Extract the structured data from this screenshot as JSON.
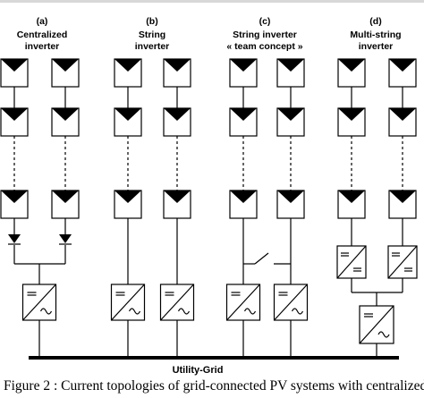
{
  "page_header_fragment": "",
  "columns": [
    {
      "letter": "(a)",
      "line1": "Centralized",
      "line2": "inverter"
    },
    {
      "letter": "(b)",
      "line1": "String",
      "line2": "inverter"
    },
    {
      "letter": "(c)",
      "line1": "String inverter",
      "line2": "« team concept »"
    },
    {
      "letter": "(d)",
      "line1": "Multi-string",
      "line2": "inverter"
    }
  ],
  "grid_label": "Utility-Grid",
  "caption": "Figure 2 : Current topologies of grid-connected PV systems with centralized",
  "icons": [
    "pv-module-icon",
    "diode-icon",
    "dc-ac-inverter-icon",
    "dc-dc-converter-icon",
    "switch-icon"
  ]
}
